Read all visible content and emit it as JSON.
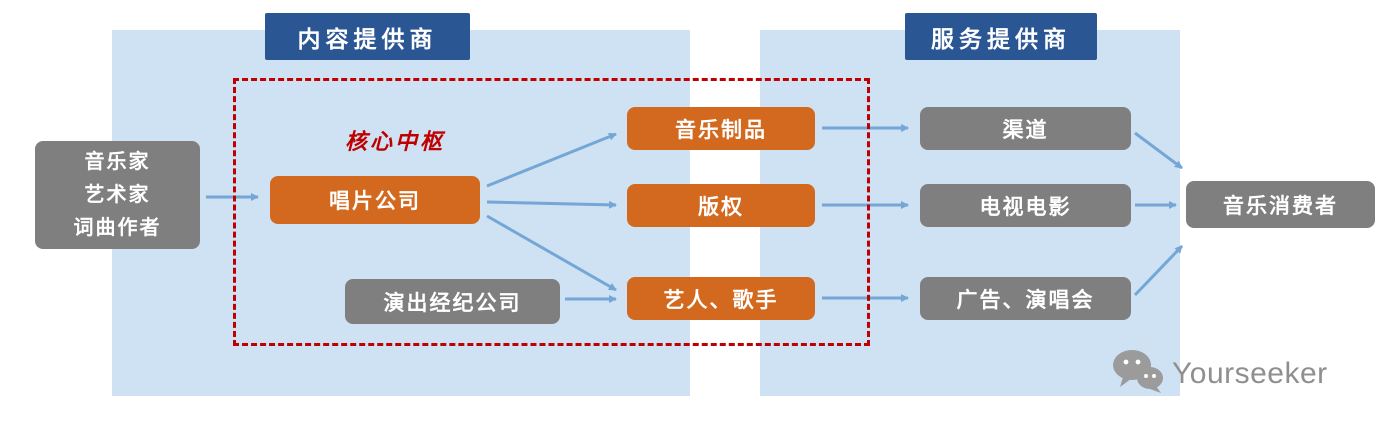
{
  "headers": {
    "content_provider": "内容提供商",
    "service_provider": "服务提供商"
  },
  "source": {
    "lines": [
      "音乐家",
      "艺术家",
      "词曲作者"
    ]
  },
  "core_region": {
    "hub_label": "核心中枢",
    "record_company": "唱片公司",
    "agency": "演出经纪公司",
    "outputs": {
      "music_products": "音乐制品",
      "copyright": "版权",
      "artists_singers": "艺人、歌手"
    }
  },
  "services": {
    "channels": "渠道",
    "tv_movies": "电视电影",
    "ads_concerts": "广告、演唱会"
  },
  "consumer": {
    "label": "音乐消费者"
  },
  "watermark": {
    "brand": "Yourseeker"
  },
  "colors": {
    "panel_blue": "#cfe2f3",
    "header_blue": "#2a5694",
    "node_orange": "#d2691e",
    "node_gray": "#7f7f7f",
    "accent_red": "#c00000",
    "arrow_blue": "#74a6d6",
    "watermark_gray": "#8f8f8f"
  }
}
